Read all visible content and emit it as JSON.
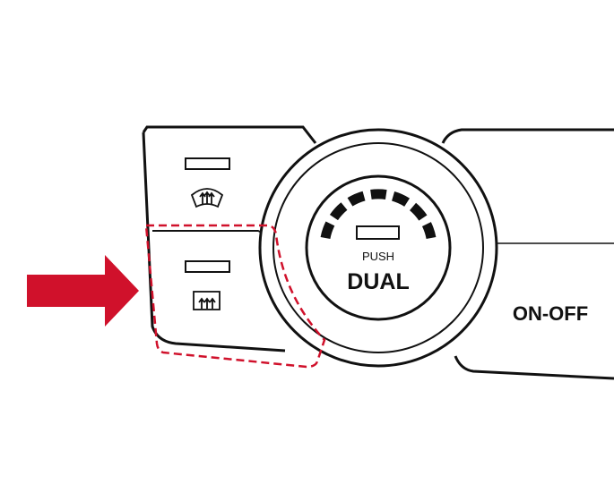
{
  "knob": {
    "push_label": "PUSH",
    "main_label": "DUAL"
  },
  "right_panel": {
    "onoff_label": "ON-OFF"
  },
  "buttons": [
    {
      "name": "front-defrost-button",
      "icon": "front-defrost-icon",
      "indicator": "off"
    },
    {
      "name": "rear-defrost-button",
      "icon": "rear-defrost-icon",
      "indicator": "off",
      "highlighted": true
    }
  ],
  "callout": {
    "arrow_color": "#d0112b",
    "highlight_color": "#d0112b",
    "target": "rear-defrost-button"
  },
  "colors": {
    "stroke": "#111111",
    "background": "#ffffff"
  }
}
